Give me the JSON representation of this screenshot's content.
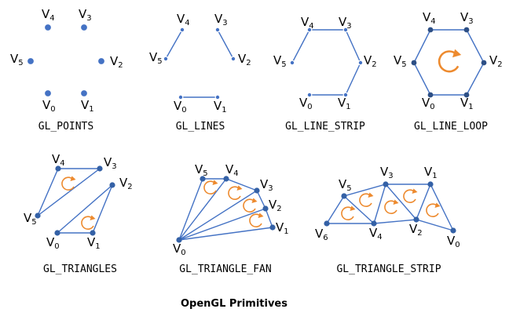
{
  "accent_colors": {
    "edge": "#4472c4",
    "winding_arrow": "#ed8a2e"
  },
  "title": "OpenGL Primitives",
  "primitives": [
    {
      "caption": "GL_POINTS",
      "vertices": [
        {
          "label": "V",
          "sub": "4"
        },
        {
          "label": "V",
          "sub": "3"
        },
        {
          "label": "V",
          "sub": "5"
        },
        {
          "label": "V",
          "sub": "2"
        },
        {
          "label": "V",
          "sub": "0"
        },
        {
          "label": "V",
          "sub": "1"
        }
      ]
    },
    {
      "caption": "GL_LINES",
      "vertices": [
        {
          "label": "V",
          "sub": "4"
        },
        {
          "label": "V",
          "sub": "3"
        },
        {
          "label": "V",
          "sub": "5"
        },
        {
          "label": "V",
          "sub": "2"
        },
        {
          "label": "V",
          "sub": "0"
        },
        {
          "label": "V",
          "sub": "1"
        }
      ]
    },
    {
      "caption": "GL_LINE_STRIP",
      "vertices": [
        {
          "label": "V",
          "sub": "4"
        },
        {
          "label": "V",
          "sub": "3"
        },
        {
          "label": "V",
          "sub": "5"
        },
        {
          "label": "V",
          "sub": "2"
        },
        {
          "label": "V",
          "sub": "0"
        },
        {
          "label": "V",
          "sub": "1"
        }
      ]
    },
    {
      "caption": "GL_LINE_LOOP",
      "vertices": [
        {
          "label": "V",
          "sub": "4"
        },
        {
          "label": "V",
          "sub": "3"
        },
        {
          "label": "V",
          "sub": "5"
        },
        {
          "label": "V",
          "sub": "2"
        },
        {
          "label": "V",
          "sub": "0"
        },
        {
          "label": "V",
          "sub": "1"
        }
      ]
    },
    {
      "caption": "GL_TRIANGLES",
      "vertices": [
        {
          "label": "V",
          "sub": "4"
        },
        {
          "label": "V",
          "sub": "3"
        },
        {
          "label": "V",
          "sub": "2"
        },
        {
          "label": "V",
          "sub": "5"
        },
        {
          "label": "V",
          "sub": "0"
        },
        {
          "label": "V",
          "sub": "1"
        }
      ]
    },
    {
      "caption": "GL_TRIANGLE_FAN",
      "vertices": [
        {
          "label": "V",
          "sub": "5"
        },
        {
          "label": "V",
          "sub": "4"
        },
        {
          "label": "V",
          "sub": "3"
        },
        {
          "label": "V",
          "sub": "2"
        },
        {
          "label": "V",
          "sub": "1"
        },
        {
          "label": "V",
          "sub": "0"
        }
      ]
    },
    {
      "caption": "GL_TRIANGLE_STRIP",
      "vertices": [
        {
          "label": "V",
          "sub": "3"
        },
        {
          "label": "V",
          "sub": "1"
        },
        {
          "label": "V",
          "sub": "5"
        },
        {
          "label": "V",
          "sub": "6"
        },
        {
          "label": "V",
          "sub": "4"
        },
        {
          "label": "V",
          "sub": "2"
        },
        {
          "label": "V",
          "sub": "0"
        }
      ]
    }
  ]
}
